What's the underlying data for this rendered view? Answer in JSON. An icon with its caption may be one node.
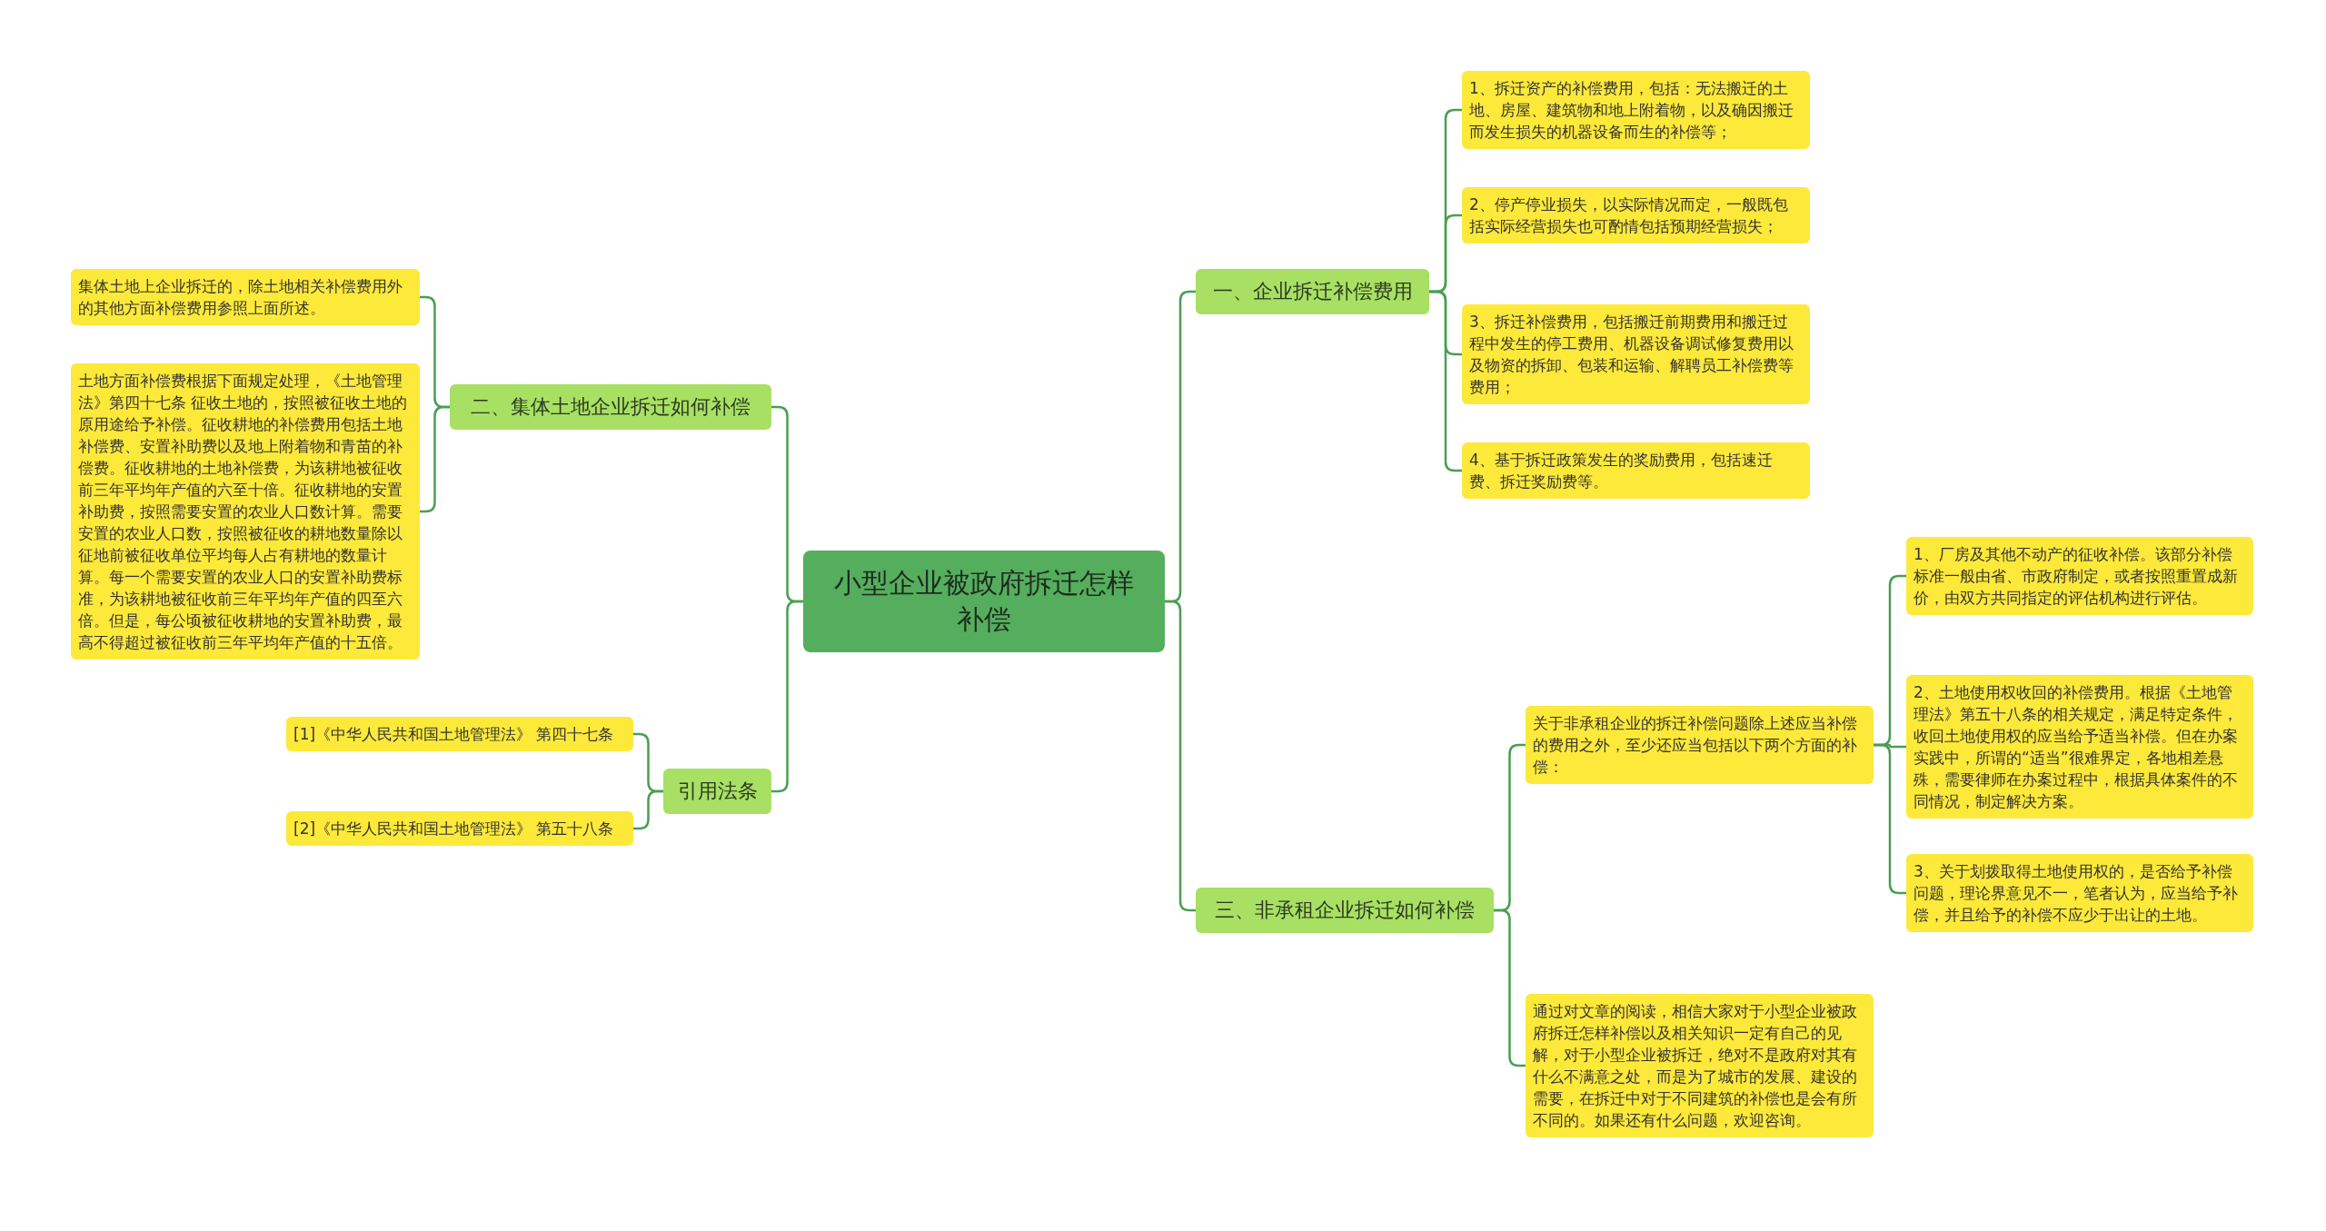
{
  "diagram": {
    "nodes": [
      {
        "text": [
          "小型企业被政府拆迁怎样补偿"
        ]
      },
      {
        "text": [
          "一、企业拆迁补偿费用"
        ]
      },
      {
        "text": [
          "1、拆迁资产的补偿费用，包括：无法搬迁的土地、房屋、建筑物和地上附着物，以及确因搬迁而发生损失的机器设备而生的补偿等；"
        ]
      },
      {
        "text": [
          "2、停产停业损失，以实际情况而定，一般既包括实际经营损失也可酌情包括预期经营损失；"
        ]
      },
      {
        "text": [
          "3、拆迁补偿费用，包括搬迁前期费用和搬迁过程中发生的停工费用、机器设备调试修复费用以及物资的拆卸、包装和运输、解聘员工补偿费等费用；"
        ]
      },
      {
        "text": [
          "4、基于拆迁政策发生的奖励费用，包括速迁费、拆迁奖励费等。"
        ]
      },
      {
        "text": [
          "二、集体土地企业拆迁如何补偿"
        ]
      },
      {
        "text": [
          "集体土地上企业拆迁的，除土地相关补偿费用外的其他方面补偿费用参照上面所述。"
        ]
      },
      {
        "text": [
          "土地方面补偿费根据下面规定处理，《土地管理法》第四十七条 征收土地的，按照被征收土地的原用途给予补偿。征收耕地的补偿费用包括土地补偿费、安置补助费以及地上附着物和青苗的补偿费。征收耕地的土地补偿费，为该耕地被征收前三年平均年产值的六至十倍。征收耕地的安置补助费，按照需要安置的农业人口数计算。需要安置的农业人口数，按照被征收的耕地数量除以征地前被征收单位平均每人占有耕地的数量计算。每一个需要安置的农业人口的安置补助费标准，为该耕地被征收前三年平均年产值的四至六倍。但是，每公顷被征收耕地的安置补助费，最高不得超过被征收前三年平均年产值的十五倍。"
        ]
      },
      {
        "text": [
          "引用法条"
        ]
      },
      {
        "text": [
          "[1]《中华人民共和国土地管理法》 第四十七条"
        ]
      },
      {
        "text": [
          "[2]《中华人民共和国土地管理法》 第五十八条"
        ]
      },
      {
        "text": [
          "三、非承租企业拆迁如何补偿"
        ]
      },
      {
        "text": [
          "关于非承租企业的拆迁补偿问题除上述应当补偿的费用之外，至少还应当包括以下两个方面的补偿："
        ]
      },
      {
        "text": [
          "1、厂房及其他不动产的征收补偿。该部分补偿标准一般由省、市政府制定，或者按照重置成新价，由双方共同指定的评估机构进行评估。"
        ]
      },
      {
        "text": [
          "2、土地使用权收回的补偿费用。根据《土地管理法》第五十八条的相关规定，满足特定条件，收回土地使用权的应当给予适当补偿。但在办案实践中，所谓的“适当”很难界定，各地相差悬殊，需要律师在办案过程中，根据具体案件的不同情况，制定解决方案。"
        ]
      },
      {
        "text": [
          "3、关于划拨取得土地使用权的，是否给予补偿问题，理论界意见不一，笔者认为，应当给予补偿，并且给予的补偿不应少于出让的土地。"
        ]
      },
      {
        "text": [
          "通过对文章的阅读，相信大家对于小型企业被政府拆迁怎样补偿以及相关知识一定有自己的见解，对于小型企业被拆迁，绝对不是政府对其有什么不满意之处，而是为了城市的发展、建设的需要，在拆迁中对于不同建筑的补偿也是会有所不同的。如果还有什么问题，欢迎咨询。"
        ]
      }
    ],
    "edges": [
      {
        "from": 0,
        "to": 1,
        "arrow": "none"
      },
      {
        "from": 1,
        "to": 2,
        "arrow": "none"
      },
      {
        "from": 1,
        "to": 3,
        "arrow": "none"
      },
      {
        "from": 1,
        "to": 4,
        "arrow": "none"
      },
      {
        "from": 1,
        "to": 5,
        "arrow": "none"
      },
      {
        "from": 0,
        "to": 6,
        "arrow": "none"
      },
      {
        "from": 6,
        "to": 7,
        "arrow": "none"
      },
      {
        "from": 6,
        "to": 8,
        "arrow": "none"
      },
      {
        "from": 0,
        "to": 9,
        "arrow": "none"
      },
      {
        "from": 9,
        "to": 10,
        "arrow": "none"
      },
      {
        "from": 9,
        "to": 11,
        "arrow": "none"
      },
      {
        "from": 0,
        "to": 12,
        "arrow": "none"
      },
      {
        "from": 12,
        "to": 13,
        "arrow": "none"
      },
      {
        "from": 13,
        "to": 14,
        "arrow": "none"
      },
      {
        "from": 13,
        "to": 15,
        "arrow": "none"
      },
      {
        "from": 13,
        "to": 16,
        "arrow": "none"
      },
      {
        "from": 12,
        "to": 17,
        "arrow": "none"
      }
    ]
  }
}
